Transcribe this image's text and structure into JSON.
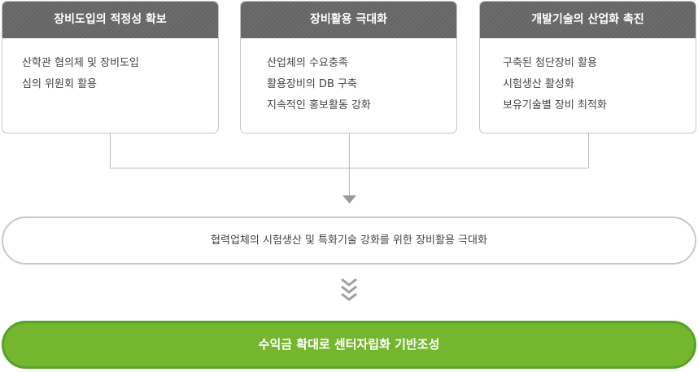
{
  "boxes": [
    {
      "title": "장비도입의 적정성 확보",
      "lines": [
        "산학관 협의체 및 장비도입",
        "심의 위원회 활용"
      ]
    },
    {
      "title": "장비활용 극대화",
      "lines": [
        "산업체의 수요충족",
        "활용장비의 DB 구축",
        "지속적인 홍보활동 강화"
      ]
    },
    {
      "title": "개발기술의 산업화 촉진",
      "lines": [
        "구축된 첨단장비 활용",
        "시험생산 활성화",
        "보유기술별 장비 최적화"
      ]
    }
  ],
  "middle": {
    "text": "협력업체의 시험생산 및 특화기술 강화를 위한 장비활용 극대화"
  },
  "result": {
    "text": "수익금 확대로 센터자립화 기반조성"
  },
  "colors": {
    "header": "#666666",
    "result_fill": "#74b72e",
    "result_border": "#58a227",
    "border": "#c6c6c6"
  }
}
